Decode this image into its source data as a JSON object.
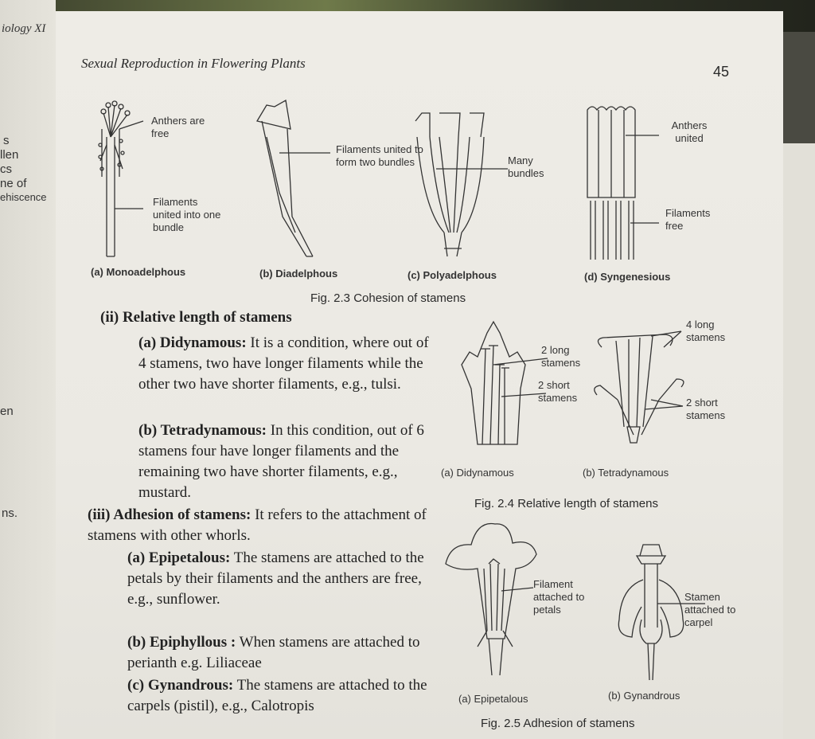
{
  "left_margin": {
    "top_label": "iology XI",
    "fragments": [
      "s",
      "llen",
      "cs",
      "ne of",
      "ehiscence",
      "en",
      "ns."
    ]
  },
  "header": {
    "title": "Sexual Reproduction in Flowering Plants",
    "page_number": "45"
  },
  "fig_2_3": {
    "caption": "Fig. 2.3 Cohesion of stamens",
    "panels": [
      {
        "label": "(a) Monoadelphous",
        "callouts": [
          "Anthers are free",
          "Filaments united into one bundle"
        ]
      },
      {
        "label": "(b) Diadelphous",
        "callouts": [
          "Filaments united to form two bundles"
        ]
      },
      {
        "label": "(c) Polyadelphous",
        "callouts": [
          "Many bundles"
        ]
      },
      {
        "label": "(d) Syngenesious",
        "callouts": [
          "Anthers united",
          "Filaments free"
        ]
      }
    ]
  },
  "section_ii": {
    "heading": "(ii) Relative length of stamens",
    "items": [
      {
        "term": "(a) Didynamous:",
        "text": " It is a condition, where out of 4 stamens, two have longer filaments while the other two have shorter filaments, e.g., tulsi."
      },
      {
        "term": "(b) Tetradynamous:",
        "text": " In this condition, out of 6 stamens four have longer filaments and the remaining two have shorter filaments, e.g., mustard."
      }
    ]
  },
  "fig_2_4": {
    "caption": "Fig. 2.4 Relative length of stamens",
    "panels": [
      {
        "label": "(a) Didynamous",
        "callouts": [
          "2 long stamens",
          "2 short stamens"
        ]
      },
      {
        "label": "(b) Tetradynamous",
        "callouts": [
          "4 long stamens",
          "2 short stamens"
        ]
      }
    ]
  },
  "section_iii": {
    "heading": "(iii) Adhesion of stamens:",
    "intro": " It refers to the attachment of stamens with other whorls.",
    "items": [
      {
        "term": "(a) Epipetalous:",
        "text": " The stamens are attached to the petals by their filaments and the anthers are free, e.g., sunflower."
      },
      {
        "term": "(b) Epiphyllous :",
        "text": " When stamens are attached to perianth e.g. Liliaceae"
      },
      {
        "term": "(c) Gynandrous:",
        "text": " The stamens are attached to the carpels (pistil), e.g., Calotropis"
      }
    ]
  },
  "fig_2_5": {
    "caption": "Fig. 2.5 Adhesion of stamens",
    "panels": [
      {
        "label": "(a) Epipetalous",
        "callouts": [
          "Filament attached to petals"
        ]
      },
      {
        "label": "(b) Gynandrous",
        "callouts": [
          "Stamen attached to carpel"
        ]
      }
    ]
  }
}
